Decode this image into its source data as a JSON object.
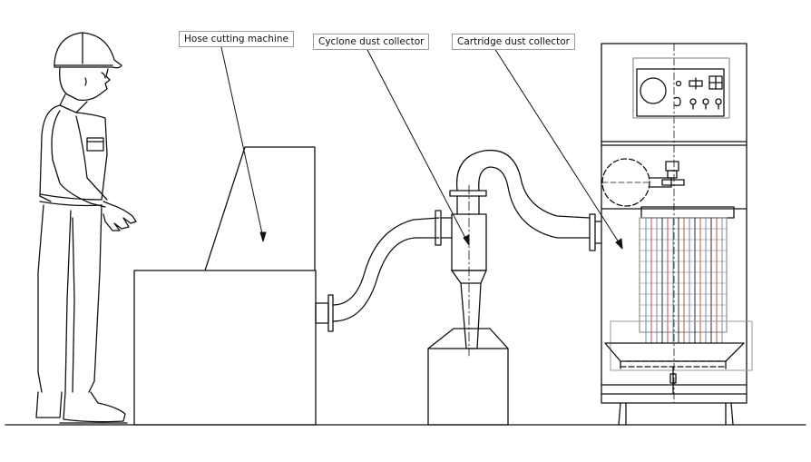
{
  "labels": {
    "hose_cutting_machine": "Hose cutting machine",
    "cyclone_dust_collector": "Cyclone dust collector",
    "cartridge_dust_collector": "Cartridge dust collector"
  },
  "colors": {
    "line": "#111111",
    "panel_gray": "#999999",
    "filter_blue": "#5a7fa8",
    "filter_red": "#b04040",
    "label_border": "#9a9a9a"
  }
}
